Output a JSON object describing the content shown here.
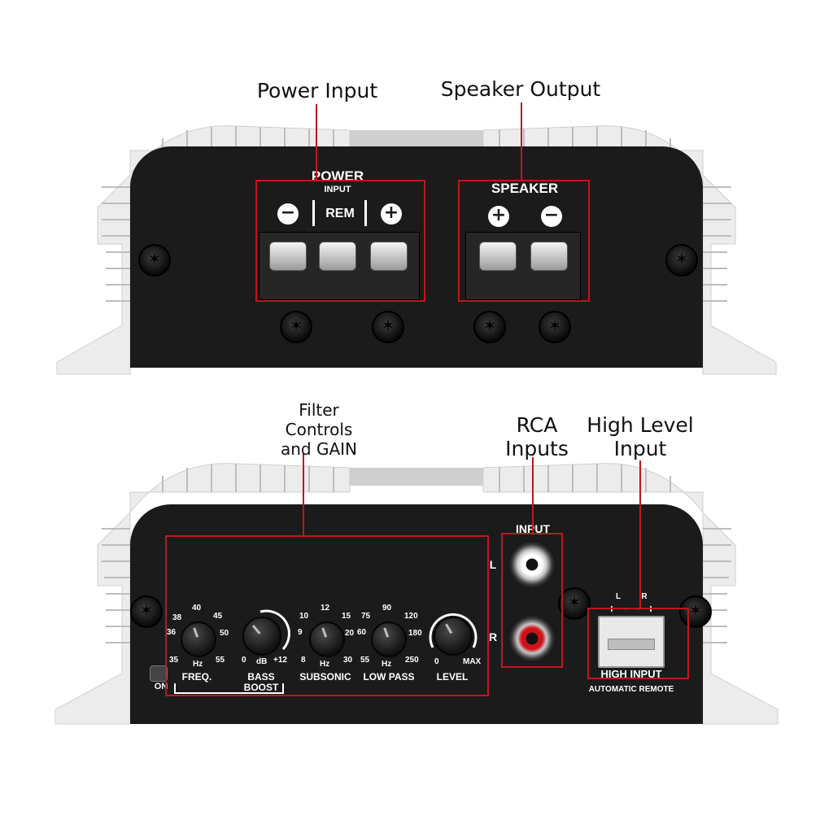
{
  "callouts": {
    "power_input": "Power Input",
    "speaker_output": "Speaker Output",
    "filter_controls": "Filter\nControls\nand GAIN",
    "rca_inputs": "RCA\nInputs",
    "high_level_input": "High Level\nInput"
  },
  "top_panel": {
    "power_label": "POWER",
    "power_sub": "INPUT",
    "minus": "−",
    "rem": "REM",
    "plus": "+",
    "speaker_label": "SPEAKER",
    "speaker_plus": "+",
    "speaker_minus": "−"
  },
  "bottom_panel": {
    "freq": {
      "label": "FREQ.",
      "unit": "Hz",
      "ticks": [
        "35",
        "36",
        "38",
        "40",
        "45",
        "50",
        "55"
      ]
    },
    "bass_boost": {
      "label1": "BASS",
      "label2": "BOOST",
      "min": "0",
      "unit": "dB",
      "max": "+12"
    },
    "subsonic": {
      "label": "SUBSONIC",
      "unit": "Hz",
      "ticks": [
        "8",
        "9",
        "10",
        "12",
        "15",
        "20",
        "30"
      ]
    },
    "low_pass": {
      "label": "LOW PASS",
      "unit": "Hz",
      "ticks": [
        "55",
        "60",
        "75",
        "90",
        "120",
        "180",
        "250"
      ]
    },
    "level": {
      "label": "LEVEL",
      "min": "0",
      "max": "MAX"
    },
    "on_label": "ON",
    "input_label": "INPUT",
    "left": "L",
    "right": "R",
    "high_input_l": "L",
    "high_input_r": "R",
    "high_input_signs": "+ − − +",
    "high_input_label": "HIGH INPUT",
    "automatic_remote": "AUTOMATIC REMOTE"
  },
  "colors": {
    "accent": "#c0161d",
    "panel": "#1b1b1b",
    "heatsink": "#e8e8e8"
  }
}
